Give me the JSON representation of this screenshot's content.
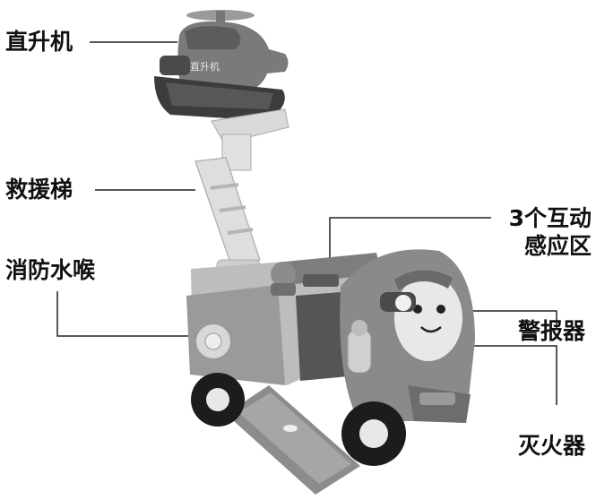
{
  "labels": {
    "helicopter": "直升机",
    "ladder": "救援梯",
    "hose": "消防水喉",
    "zones_line1": "3个互动",
    "zones_line2": "感应区",
    "siren": "警报器",
    "extinguisher": "灭火器"
  },
  "toy_markings": {
    "helicopter_text": "直升机"
  },
  "colors": {
    "ink": "#111111",
    "body_dark": "#6b6b6b",
    "body_mid": "#8e8e8e",
    "body_light": "#c8c8c8",
    "tire": "#1c1c1c"
  }
}
